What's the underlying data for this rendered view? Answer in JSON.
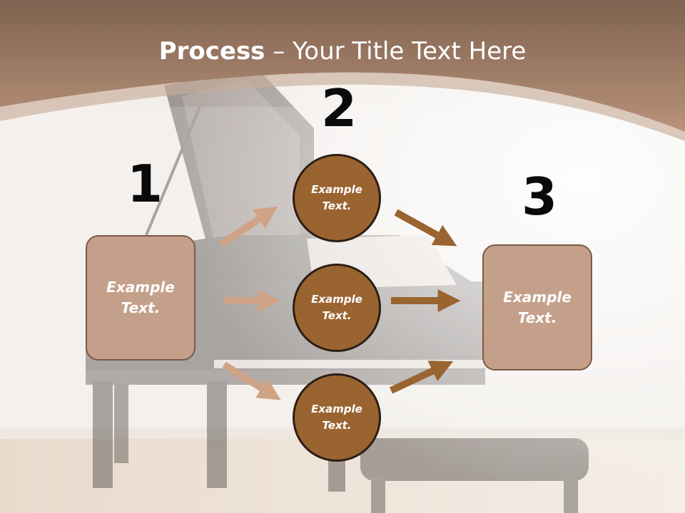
{
  "title": {
    "bold": "Process",
    "rest": " – Your Title Text Here"
  },
  "steps": {
    "one": {
      "number": "1",
      "text": [
        "Example",
        "Text."
      ]
    },
    "two": {
      "number": "2"
    },
    "three": {
      "number": "3",
      "text": [
        "Example",
        "Text."
      ]
    }
  },
  "circles": [
    {
      "text": [
        "Example",
        "Text."
      ]
    },
    {
      "text": [
        "Example",
        "Text."
      ]
    },
    {
      "text": [
        "Example",
        "Text."
      ]
    }
  ],
  "colors": {
    "banner": "#a57b5e",
    "box_fill": "#c4a08a",
    "circle_fill": "#9a6431",
    "arrow_light": "#cfa386",
    "arrow_dark": "#9a6431"
  }
}
